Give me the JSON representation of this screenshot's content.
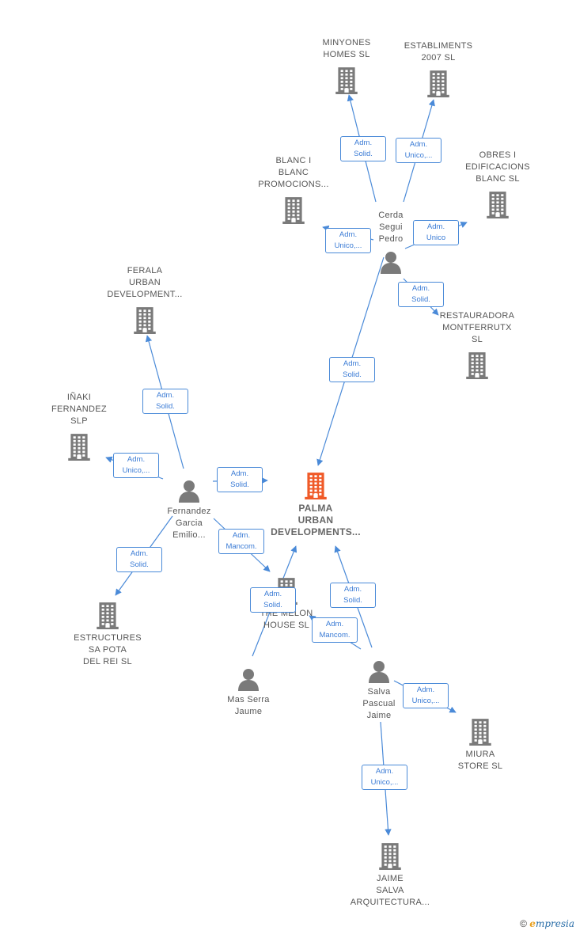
{
  "nodes": [
    {
      "id": "palma",
      "label": [
        "PALMA",
        "URBAN",
        "DEVELOPMENTS..."
      ],
      "kind": "company",
      "main": true
    },
    {
      "id": "minyones",
      "label": [
        "MINYONES",
        "HOMES  SL"
      ],
      "kind": "company"
    },
    {
      "id": "establiments",
      "label": [
        "ESTABLIMENTS",
        "2007  SL"
      ],
      "kind": "company"
    },
    {
      "id": "blanc",
      "label": [
        "BLANC I",
        "BLANC",
        "PROMOCIONS..."
      ],
      "kind": "company"
    },
    {
      "id": "obres",
      "label": [
        "OBRES I",
        "EDIFICACIONS",
        "BLANC  SL"
      ],
      "kind": "company"
    },
    {
      "id": "cerda",
      "label": [
        "Cerda",
        "Segui",
        "Pedro"
      ],
      "kind": "person"
    },
    {
      "id": "restauradora",
      "label": [
        "RESTAURADORA",
        "MONTFERRUTX",
        "SL"
      ],
      "kind": "company"
    },
    {
      "id": "ferala",
      "label": [
        "FERALA",
        "URBAN",
        "DEVELOPMENT..."
      ],
      "kind": "company"
    },
    {
      "id": "inaki",
      "label": [
        "IÑAKI",
        "FERNANDEZ",
        "SLP"
      ],
      "kind": "company"
    },
    {
      "id": "fernandez",
      "label": [
        "Fernandez",
        "Garcia",
        "Emilio..."
      ],
      "kind": "person"
    },
    {
      "id": "estructures",
      "label": [
        "ESTRUCTURES",
        "SA POTA",
        "DEL REI  SL"
      ],
      "kind": "company"
    },
    {
      "id": "melon",
      "label": [
        "THE MELON",
        "HOUSE  SL"
      ],
      "kind": "company"
    },
    {
      "id": "masserra",
      "label": [
        "Mas Serra",
        "Jaume"
      ],
      "kind": "person"
    },
    {
      "id": "salva",
      "label": [
        "Salva",
        "Pascual",
        "Jaime"
      ],
      "kind": "person"
    },
    {
      "id": "miura",
      "label": [
        "MIURA",
        "STORE  SL"
      ],
      "kind": "company"
    },
    {
      "id": "jaime",
      "label": [
        "JAIME",
        "SALVA",
        "ARQUITECTURA..."
      ],
      "kind": "company"
    }
  ],
  "edges": [
    {
      "from": "cerda",
      "to": "minyones",
      "label": [
        "Adm.",
        "Solid."
      ]
    },
    {
      "from": "cerda",
      "to": "establiments",
      "label": [
        "Adm.",
        "Unico,..."
      ]
    },
    {
      "from": "cerda",
      "to": "blanc",
      "label": [
        "Adm.",
        "Unico,..."
      ]
    },
    {
      "from": "cerda",
      "to": "obres",
      "label": [
        "Adm.",
        "Unico"
      ]
    },
    {
      "from": "cerda",
      "to": "restauradora",
      "label": [
        "Adm.",
        "Solid."
      ]
    },
    {
      "from": "cerda",
      "to": "palma",
      "label": [
        "Adm.",
        "Solid."
      ]
    },
    {
      "from": "fernandez",
      "to": "ferala",
      "label": [
        "Adm.",
        "Solid."
      ]
    },
    {
      "from": "fernandez",
      "to": "inaki",
      "label": [
        "Adm.",
        "Unico,..."
      ]
    },
    {
      "from": "fernandez",
      "to": "palma",
      "label": [
        "Adm.",
        "Solid."
      ]
    },
    {
      "from": "fernandez",
      "to": "melon",
      "label": [
        "Adm.",
        "Mancom."
      ]
    },
    {
      "from": "fernandez",
      "to": "estructures",
      "label": [
        "Adm.",
        "Solid."
      ]
    },
    {
      "from": "masserra",
      "to": "palma",
      "label": [
        "Adm.",
        "Solid."
      ]
    },
    {
      "from": "salva",
      "to": "palma",
      "label": [
        "Adm.",
        "Solid."
      ]
    },
    {
      "from": "salva",
      "to": "melon",
      "label": [
        "Adm.",
        "Mancom."
      ]
    },
    {
      "from": "salva",
      "to": "miura",
      "label": [
        "Adm.",
        "Unico,..."
      ]
    },
    {
      "from": "salva",
      "to": "jaime",
      "label": [
        "Adm.",
        "Unico,..."
      ]
    }
  ],
  "colors": {
    "edge": "#4a8ad8",
    "company": "#7a7a7a",
    "main_company": "#f05a28",
    "person": "#7a7a7a",
    "text": "#555555"
  },
  "copyright": {
    "symbol": "©",
    "brand_initial": "e",
    "brand_rest": "mpresia"
  }
}
